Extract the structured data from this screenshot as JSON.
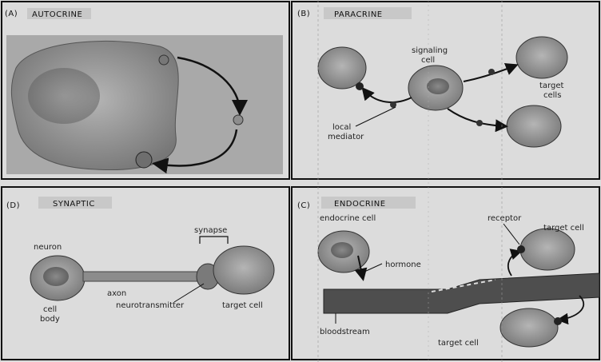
{
  "panels": {
    "a": {
      "letter": "(A)",
      "title": "AUTOCRINE"
    },
    "b": {
      "letter": "(B)",
      "title": "PARACRINE",
      "signaling_cell": [
        "signaling",
        "cell"
      ],
      "target_cells": [
        "target",
        "cells"
      ],
      "local_mediator": [
        "local",
        "mediator"
      ]
    },
    "d": {
      "letter": "(D)",
      "title": "SYNAPTIC",
      "neuron": "neuron",
      "axon": "axon",
      "cell_body": [
        "cell",
        "body"
      ],
      "synapse": "synapse",
      "neurotransmitter": "neurotransmitter",
      "target_cell": "target cell"
    },
    "c": {
      "letter": "(C)",
      "title": "ENDOCRINE",
      "endocrine_cell": "endocrine cell",
      "hormone": "hormone",
      "bloodstream": "bloodstream",
      "receptor": "receptor",
      "target_cell_top": "target cell",
      "target_cell_bottom": "target cell"
    }
  },
  "colors": {
    "paper": "#dcdcdc",
    "cell": "#9a9a9a",
    "cell_dark": "#5a5a5a",
    "vessel": "#4a4a4a",
    "line": "#111111"
  }
}
